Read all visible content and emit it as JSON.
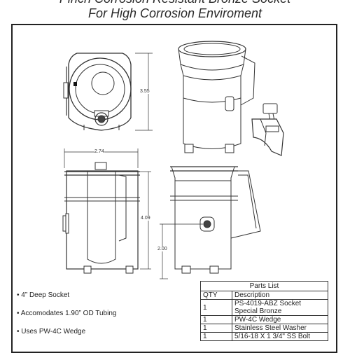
{
  "header": {
    "title_line1": "Pinch Corrosion Resistant Bronze Socket",
    "title_line2": "For High Corrosion Enviroment"
  },
  "dimensions": {
    "height_top_view": "3.55",
    "width_front_view": "2.74",
    "height_overall": "4.09",
    "height_clamp": "2.00"
  },
  "features": [
    "• 4” Deep Socket",
    "• Accomodates 1.90” OD Tubing",
    "• Uses PW-4C Wedge"
  ],
  "parts_list": {
    "caption": "Parts List",
    "headers": {
      "qty": "QTY",
      "description": "Description"
    },
    "rows": [
      {
        "qty": "1",
        "description": "PS-4019-ABZ Socket Special Bronze"
      },
      {
        "qty": "1",
        "description": "PW-4C Wedge"
      },
      {
        "qty": "1",
        "description": "Stainless Steel Washer"
      },
      {
        "qty": "1",
        "description": "5/16-18 X 1 3/4\" SS Bolt"
      }
    ]
  }
}
